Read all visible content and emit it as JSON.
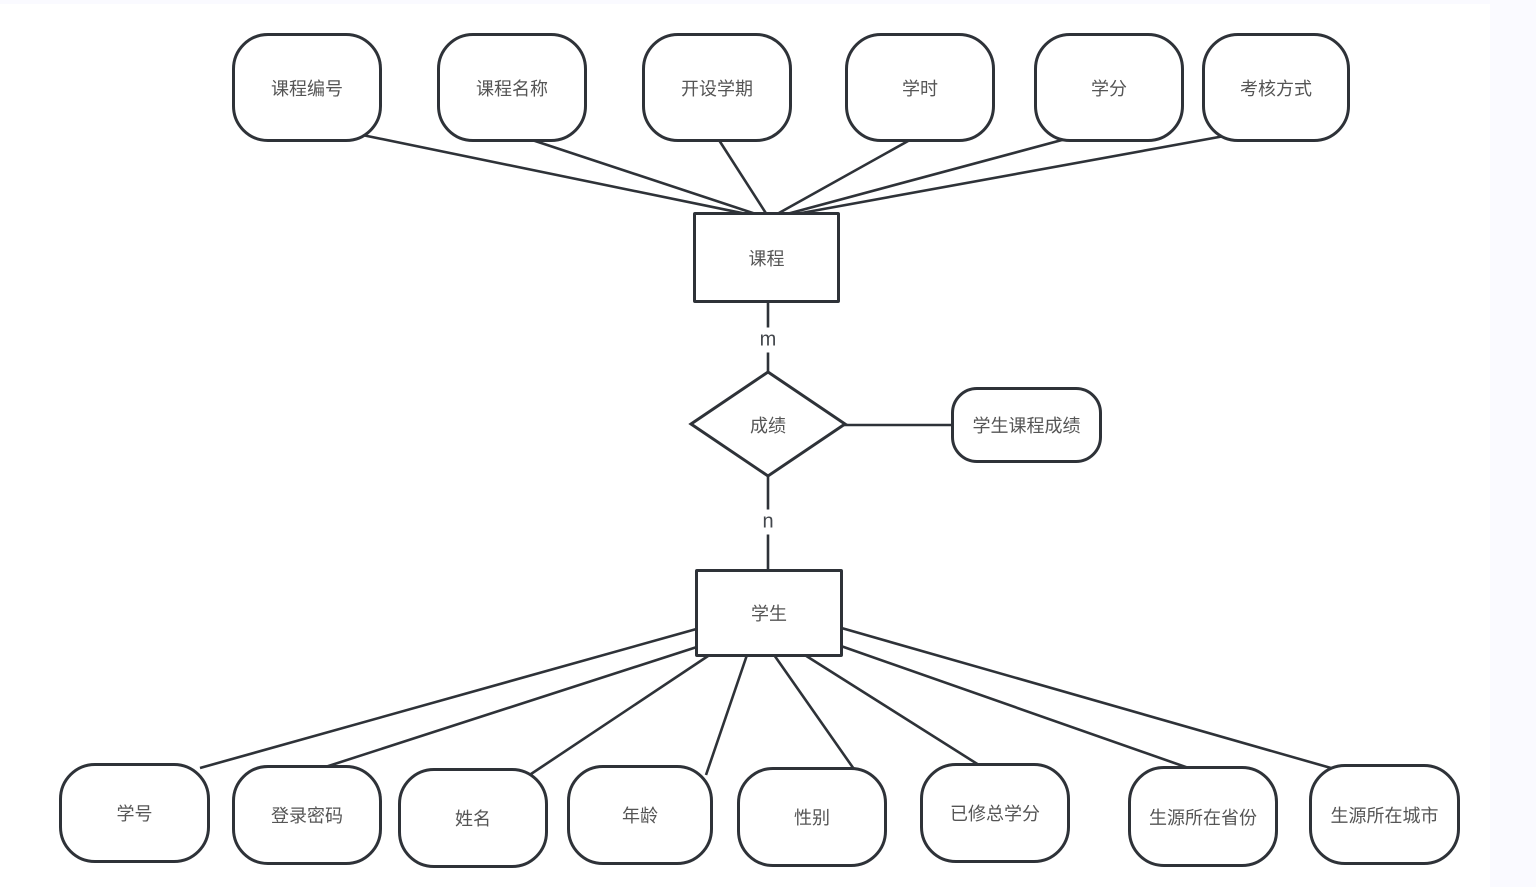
{
  "page": {
    "background": "#ffffff",
    "edge_strip_color": "#fafaff"
  },
  "diagram": {
    "stroke_color": "#2e3238",
    "text_color": "#555555",
    "course_entity": {
      "label": "课程"
    },
    "student_entity": {
      "label": "学生"
    },
    "relationship": {
      "label": "成绩"
    },
    "relationship_attribute": {
      "label": "学生课程成绩"
    },
    "cardinality": {
      "course_side": "m",
      "student_side": "n"
    },
    "course_attributes": [
      {
        "label": "课程编号"
      },
      {
        "label": "课程名称"
      },
      {
        "label": "开设学期"
      },
      {
        "label": "学时"
      },
      {
        "label": "学分"
      },
      {
        "label": "考核方式"
      }
    ],
    "student_attributes": [
      {
        "label": "学号"
      },
      {
        "label": "登录密码"
      },
      {
        "label": "姓名"
      },
      {
        "label": "年龄"
      },
      {
        "label": "性别"
      },
      {
        "label": "已修总学分"
      },
      {
        "label": "生源所在省份"
      },
      {
        "label": "生源所在城市"
      }
    ]
  }
}
